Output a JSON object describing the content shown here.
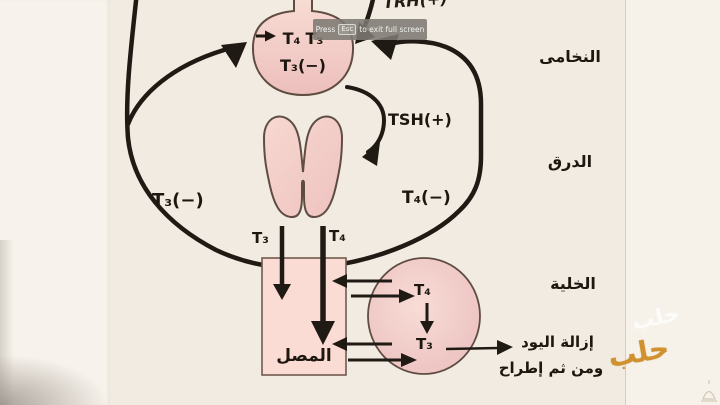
{
  "fullscreen_toast": {
    "press": "Press",
    "key": "Esc",
    "suffix": "to exit full screen"
  },
  "diagram": {
    "pituitary": {
      "conversion_from": "T₄",
      "conversion_to": "T₃",
      "feedback_inside": "T₃(−)"
    },
    "partial_top_label": "TRH(+)",
    "tsh_label": "TSH(+)",
    "left_feedback": "T₃(−)",
    "right_feedback": "T₄(−)",
    "secretion_t3": "T₃",
    "secretion_t4": "T₄",
    "serum_label": "المصل",
    "cell": {
      "t4": "T₄",
      "t3": "T₃"
    },
    "side_labels": {
      "pituitary": "النخامى",
      "thyroid": "الدرق",
      "cell": "الخلية",
      "excretion_line1": "إزالة اليود",
      "excretion_line2": "ومن ثم إطراح"
    }
  },
  "watermark": {
    "text": "حلب",
    "color": "#d0912f"
  },
  "colors": {
    "background": "#f2ebe1",
    "side_bands": "#f6f1e9",
    "organ_fill_light": "#f8dcd4",
    "organ_fill_dark": "#edbfbc",
    "organ_outline": "#5f4c42",
    "ink": "#1e1710",
    "toast_gray": "#7d7a73",
    "watermark_orange": "#d0912f"
  }
}
